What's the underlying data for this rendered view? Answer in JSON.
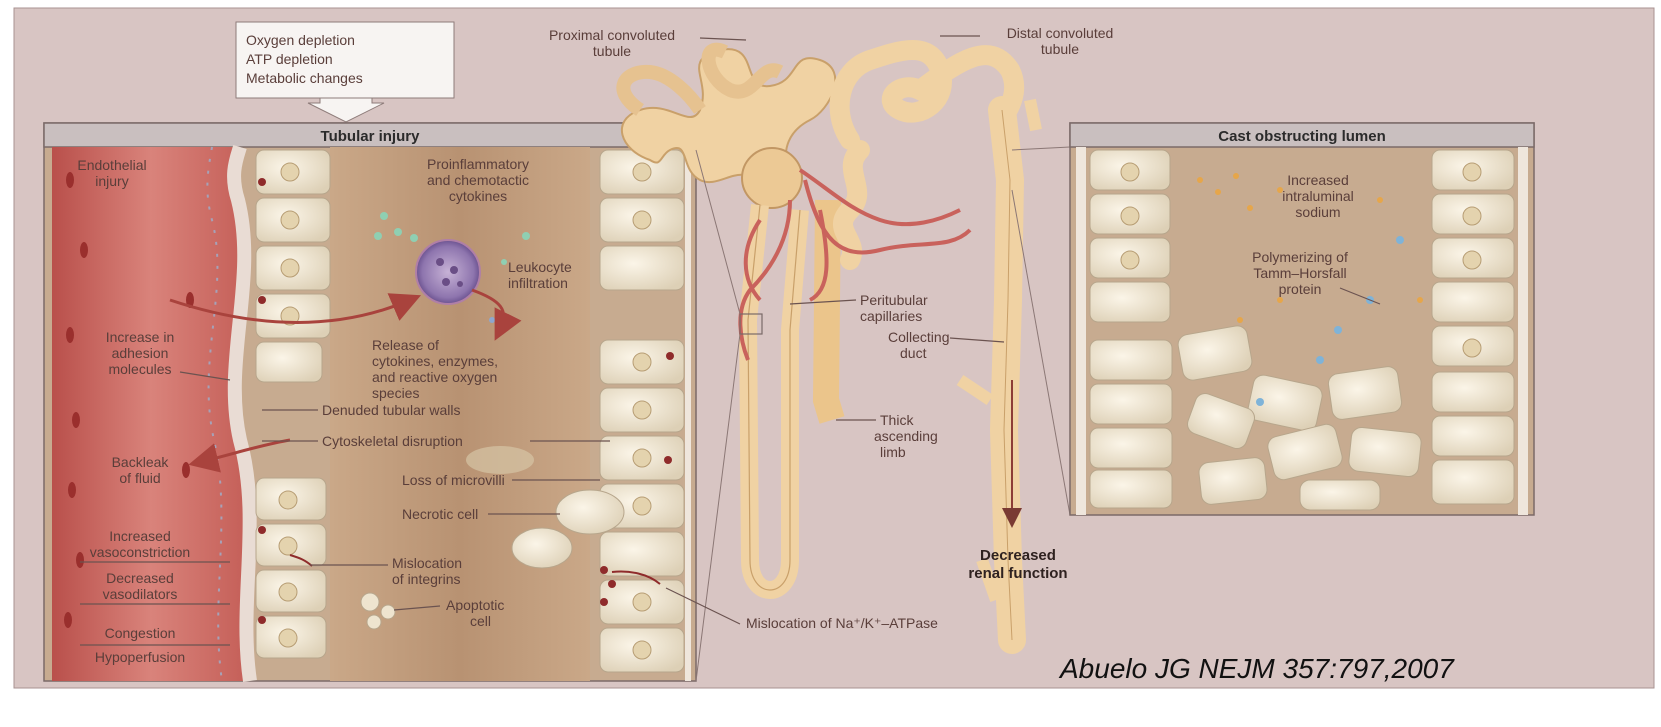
{
  "trigger_box": {
    "lines": [
      "Oxygen depletion",
      "ATP depletion",
      "Metabolic changes"
    ]
  },
  "panels": {
    "left_title": "Tubular injury",
    "right_title": "Cast obstructing lumen"
  },
  "left_labels": {
    "endothelial_injury": [
      "Endothelial",
      "injury"
    ],
    "adhesion": [
      "Increase in",
      "adhesion",
      "molecules"
    ],
    "backleak": [
      "Backleak",
      "of fluid"
    ],
    "vasoconstriction": [
      "Increased",
      "vasoconstriction"
    ],
    "vasodilators": [
      "Decreased",
      "vasodilators"
    ],
    "congestion": "Congestion",
    "hypoperfusion": "Hypoperfusion"
  },
  "center_labels": {
    "cytokines": [
      "Proinflammatory",
      "and chemotactic",
      "cytokines"
    ],
    "leukocyte": [
      "Leukocyte",
      "infiltration"
    ],
    "release": [
      "Release of",
      "cytokines, enzymes,",
      "and reactive oxygen",
      "species"
    ],
    "denuded": "Denuded tubular walls",
    "cytoskeletal": "Cytoskeletal disruption",
    "microvilli": "Loss of microvilli",
    "necrotic": "Necrotic cell",
    "integrins": [
      "Mislocation",
      "of integrins"
    ],
    "apoptotic": [
      "Apoptotic",
      "cell"
    ]
  },
  "nephron_labels": {
    "proximal": [
      "Proximal convoluted",
      "tubule"
    ],
    "distal": [
      "Distal convoluted",
      "tubule"
    ],
    "peritubular": [
      "Peritubular",
      "capillaries"
    ],
    "collecting": [
      "Collecting",
      "duct"
    ],
    "thick": [
      "Thick",
      "ascending",
      "limb"
    ],
    "decreased_function": [
      "Decreased",
      "renal function"
    ],
    "atpase": "Mislocation of Na⁺/K⁺–ATPase"
  },
  "right_labels": {
    "sodium": [
      "Increased",
      "intraluminal",
      "sodium"
    ],
    "tamm": [
      "Polymerizing of",
      "Tamm–Horsfall",
      "protein"
    ]
  },
  "citation": "Abuelo JG NEJM  357:797,2007",
  "colors": {
    "background": "#d9c6c4",
    "vessel": "#c9625c",
    "tubule": "#f0d2a3",
    "panel_header": "#c9bfbf",
    "cell": "#eee4cf"
  }
}
